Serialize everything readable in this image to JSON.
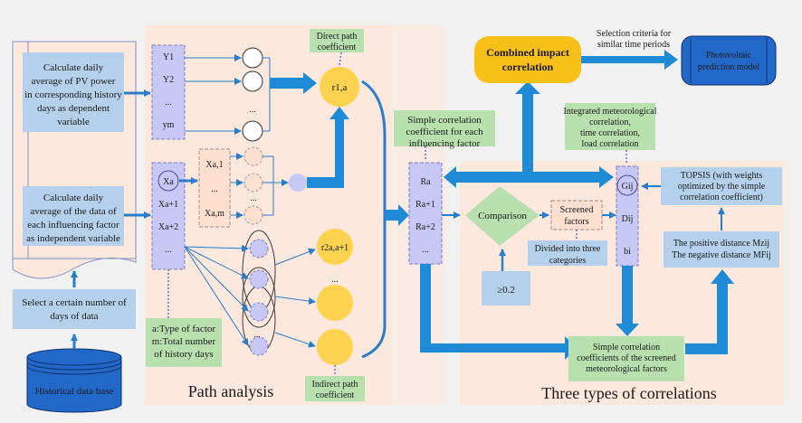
{
  "left_panel": {
    "pv_box": [
      "Calculate daily",
      "average of PV power",
      "in corresponding history",
      "days as dependent",
      "variable"
    ],
    "factor_box": [
      "Calculate daily",
      "average of the data of",
      "each influencing factor",
      "as independent variable"
    ],
    "select_box": [
      "Select a certain number of",
      "days of data"
    ],
    "database": "Historical data base"
  },
  "path_analysis": {
    "title": "Path analysis",
    "y_items": [
      "Y1",
      "Y2",
      "...",
      "ym"
    ],
    "x_items": [
      "Xa",
      "Xa+1",
      "Xa+2",
      "..."
    ],
    "xa_sub_items": [
      "Xa,1",
      "...",
      "Xa,m"
    ],
    "dots": "...",
    "direct_label": [
      "Direct path",
      "coefficient"
    ],
    "direct_node": "r1,a",
    "indirect_node": "r2a,a+1",
    "indirect_label": [
      "Indirect path",
      "coefficient"
    ],
    "note": [
      "a:Type of factor",
      "m:Total number",
      "of  history days"
    ]
  },
  "center": {
    "simple_corr_label": [
      "Simple correlation",
      "coefficient for each",
      "influencing factor"
    ],
    "r_items": [
      "Ra",
      "Ra+1",
      "Ra+2",
      "..."
    ],
    "combined": [
      "Combined impact",
      "correlation"
    ],
    "selection_label": [
      "Selection criteria for",
      "similar time periods"
    ],
    "pv_model": [
      "Photovoltaic",
      "prediction model"
    ]
  },
  "three_types": {
    "title": "Three types of correlations",
    "comparison": "Comparison",
    "threshold": "≥0.2",
    "screened": [
      "Screened",
      "factors"
    ],
    "divided": [
      "Divided into three",
      "categories"
    ],
    "integrated_label": [
      "Integrated meteorological",
      "correlation,",
      "time correlation,",
      "load correlation"
    ],
    "g_items": [
      "Gij",
      "Dij",
      "bi"
    ],
    "topsis": [
      "TOPSIS (with weights",
      "optimized by the simple",
      "correlation coefficient)"
    ],
    "distance": [
      "The positive distance Mzij",
      "The negative distance MFij"
    ],
    "simple_screened": [
      "Simple correlation",
      "coefficients of the screened",
      "meteorological factors"
    ]
  },
  "colors": {
    "panel_bg": "#fde8de",
    "blue_box": "#b4d0ea",
    "green_box": "#b7e0ae",
    "lavender": "#c8c8f7",
    "yellow_node": "#fdd24f",
    "orange_box": "#f9c01a",
    "arrow": "#1f8bd6",
    "db_blue": "#2168c9"
  }
}
